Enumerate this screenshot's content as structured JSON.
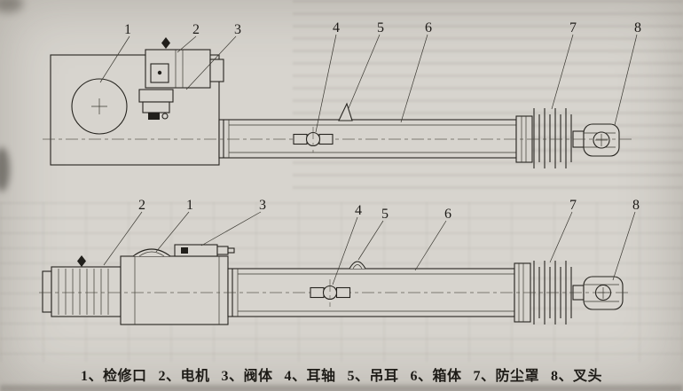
{
  "page": {
    "colors": {
      "paper": "#d7d4ce",
      "ink": "#26241f"
    }
  },
  "figure": {
    "top_view": {
      "callouts": [
        {
          "label": "1"
        },
        {
          "label": "2"
        },
        {
          "label": "3"
        },
        {
          "label": "4"
        },
        {
          "label": "5"
        },
        {
          "label": "6"
        },
        {
          "label": "7"
        },
        {
          "label": "8"
        }
      ]
    },
    "bottom_view": {
      "callouts": [
        {
          "label": "2"
        },
        {
          "label": "1"
        },
        {
          "label": "3"
        },
        {
          "label": "4"
        },
        {
          "label": "5"
        },
        {
          "label": "6"
        },
        {
          "label": "7"
        },
        {
          "label": "8"
        }
      ]
    },
    "caption": {
      "items": [
        {
          "text": "1、检修口"
        },
        {
          "text": "2、电机"
        },
        {
          "text": "3、阀体"
        },
        {
          "text": "4、耳轴"
        },
        {
          "text": "5、吊耳"
        },
        {
          "text": "6、箱体"
        },
        {
          "text": "7、防尘罩"
        },
        {
          "text": "8、叉头"
        }
      ]
    }
  }
}
